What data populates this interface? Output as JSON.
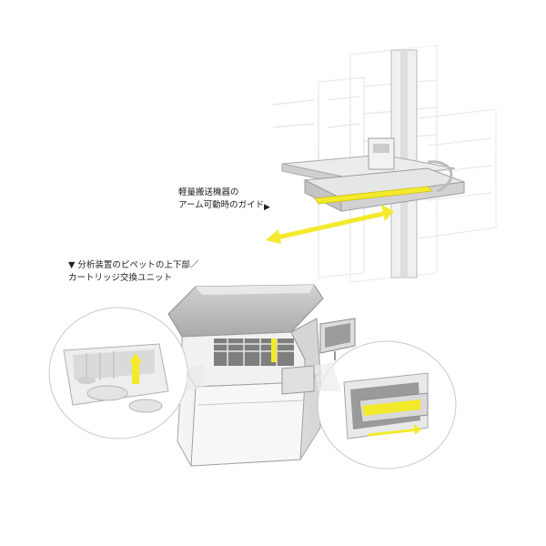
{
  "captions": {
    "arm": {
      "line1": "軽量搬送機器の",
      "line2": "アーム可動時のガイド",
      "marker": "▶"
    },
    "pipette": {
      "line1": "▼ 分析装置のピペットの上下部／",
      "line2": "カートリッジ交換ユニット"
    }
  },
  "colors": {
    "accent": "#f3ea2c",
    "machine_light": "#f4f4f4",
    "machine_mid": "#d9d9d9",
    "machine_dark": "#9a9a9a",
    "outline": "#b5b5b5"
  }
}
